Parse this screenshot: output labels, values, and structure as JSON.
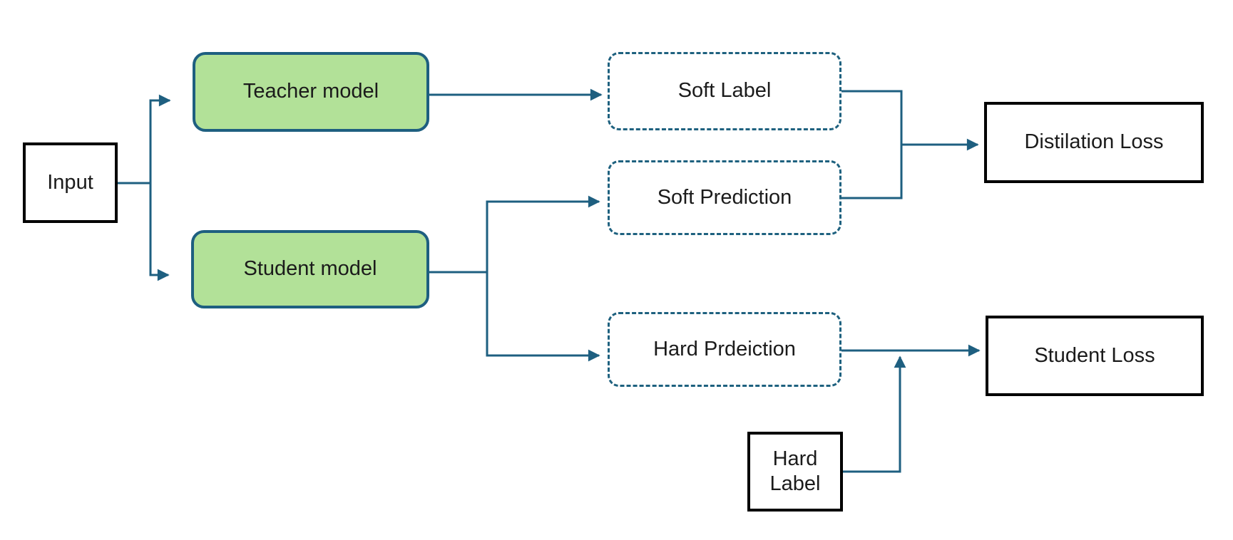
{
  "diagram": {
    "type": "flowchart",
    "colors": {
      "connector_teal": "#1e5f80",
      "node_green_fill": "#b2e198",
      "green_node_border": "#1e5f80",
      "solid_node_border": "#000000",
      "text": "#1b1b1b"
    },
    "nodes": {
      "input": {
        "label": "Input",
        "shape": "solid-rectangle"
      },
      "teacher": {
        "label": "Teacher model",
        "shape": "green-rounded"
      },
      "student": {
        "label": "Student model",
        "shape": "green-rounded"
      },
      "soft_label": {
        "label": "Soft Label",
        "shape": "dashed-rounded"
      },
      "soft_prediction": {
        "label": "Soft Prediction",
        "shape": "dashed-rounded"
      },
      "hard_prediction": {
        "label": "Hard Prdeiction",
        "shape": "dashed-rounded"
      },
      "distillation_loss": {
        "label": "Distilation Loss",
        "shape": "solid-rectangle"
      },
      "student_loss": {
        "label": "Student Loss",
        "shape": "solid-rectangle"
      },
      "hard_label": {
        "label": "Hard Label",
        "shape": "solid-rectangle"
      }
    },
    "edges": [
      {
        "from": "input",
        "to": "teacher",
        "arrow": true
      },
      {
        "from": "input",
        "to": "student",
        "arrow": true
      },
      {
        "from": "teacher",
        "to": "soft_label",
        "arrow": true
      },
      {
        "from": "student",
        "to": "soft_prediction",
        "arrow": true
      },
      {
        "from": "student",
        "to": "hard_prediction",
        "arrow": true
      },
      {
        "from": "soft_label",
        "to": "distillation_loss",
        "arrow": true
      },
      {
        "from": "soft_prediction",
        "to": "distillation_loss",
        "arrow": true
      },
      {
        "from": "hard_prediction",
        "to": "student_loss",
        "arrow": true
      },
      {
        "from": "hard_label",
        "to": "student_loss",
        "arrow": true
      }
    ]
  }
}
